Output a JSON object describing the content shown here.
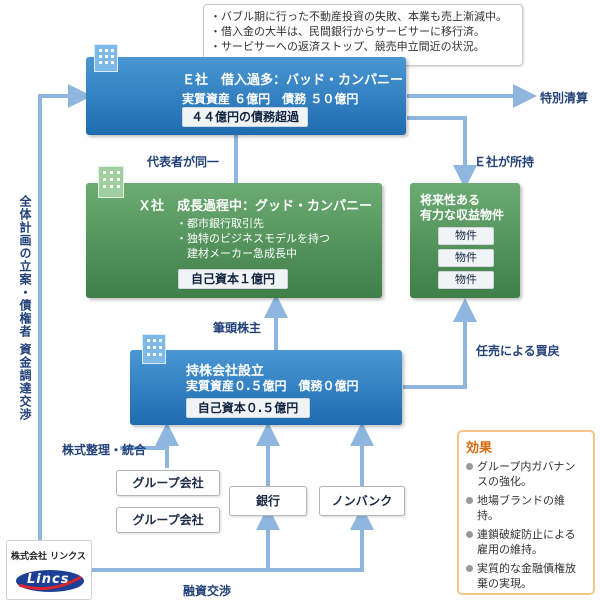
{
  "note": [
    "・バブル期に行った不動産投資の失敗、本業も売上漸減中。",
    "・借入金の大半は、民間銀行からサービサーに移行済。",
    "・サービサーへの返済ストップ、競売申立間近の状況。"
  ],
  "e_company": {
    "title": "Ｅ社　借入過多：バッド・カンパニー",
    "assets": "実質資産 ６億円　債務 ５０億円",
    "excess": "４４億円の債務超過"
  },
  "x_company": {
    "title": "Ｘ社　成長過程中：グッド・カンパニー",
    "details": [
      "・都市銀行取引先",
      "・独特のビジネスモデルを持つ",
      "　建材メーカー急成長中"
    ],
    "equity": "自己資本１億円"
  },
  "property": {
    "title_line1": "将来性ある",
    "title_line2": "有力な収益物件",
    "items": [
      "物件",
      "物件",
      "物件"
    ]
  },
  "holding": {
    "title": "持株会社設立",
    "assets": "実質資産０.５億円　債務０億円",
    "equity": "自己資本０.５億円"
  },
  "labels": {
    "special_liquidation": "特別清算",
    "same_representative": "代表者が同一",
    "owned_by_e": "Ｅ社が所持",
    "top_shareholder": "筆頭株主",
    "voluntary_sale": "任売による買戻",
    "stock_reorg": "株式整理・統合",
    "financing": "融資交渉",
    "overall_plan": "全体計画の立案・債権者 資金調達交渉"
  },
  "group_companies": [
    "グループ会社",
    "グループ会社"
  ],
  "bank": "銀行",
  "nonbank": "ノンバンク",
  "effect": {
    "title": "効果",
    "items": [
      "グループ内ガバナンスの強化。",
      "地場ブランドの維持。",
      "連鎖破綻防止による雇用の維持。",
      "実質的な金融債権放棄の実現。"
    ]
  },
  "logo": {
    "company": "株式会社 リンクス",
    "brand": "Lincs"
  },
  "colors": {
    "arrow": "#8fb6df",
    "blue_box": "#2a78bd",
    "green_box": "#4c8c55",
    "label_text": "#23427a",
    "effect_border": "#f3c58a",
    "effect_title": "#d66a10"
  }
}
